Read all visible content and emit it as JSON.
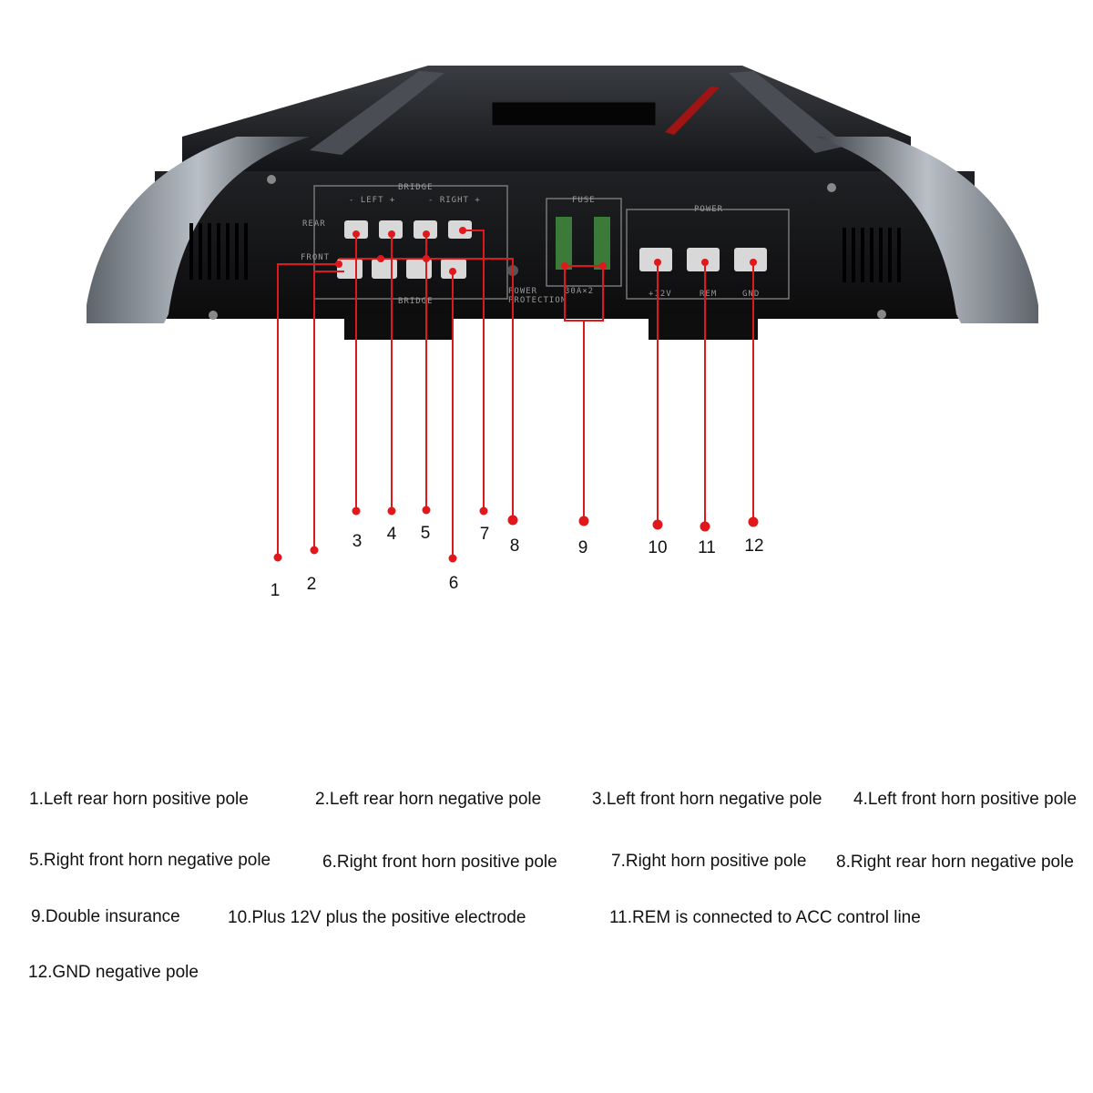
{
  "panel": {
    "bridge_top": "BRIDGE",
    "left": "- LEFT +",
    "right": "- RIGHT +",
    "rear": "REAR",
    "front": "FRONT",
    "bridge_bottom": "BRIDGE",
    "power_protection_1": "POWER",
    "power_protection_2": "PROTECTION",
    "fuse": "FUSE",
    "fuse_rating": "30A×2",
    "power": "POWER",
    "term_12v": "+12V",
    "term_rem": "REM",
    "term_gnd": "GND"
  },
  "callouts": [
    "1",
    "2",
    "3",
    "4",
    "5",
    "6",
    "7",
    "8",
    "9",
    "10",
    "11",
    "12"
  ],
  "legend": [
    "1.Left rear horn positive pole",
    "2.Left rear horn negative pole",
    "3.Left front horn negative pole",
    "4.Left front horn positive pole",
    "5.Right front horn negative pole",
    "6.Right front horn positive pole",
    "7.Right horn positive pole",
    "8.Right rear horn negative pole",
    "9.Double insurance",
    "10.Plus 12V plus the positive electrode",
    "11.REM is connected to ACC control line",
    "12.GND negative pole"
  ],
  "colors": {
    "leader": "#e0181c",
    "body": "#1c1c1c",
    "end_cap": "#8a8f96"
  }
}
